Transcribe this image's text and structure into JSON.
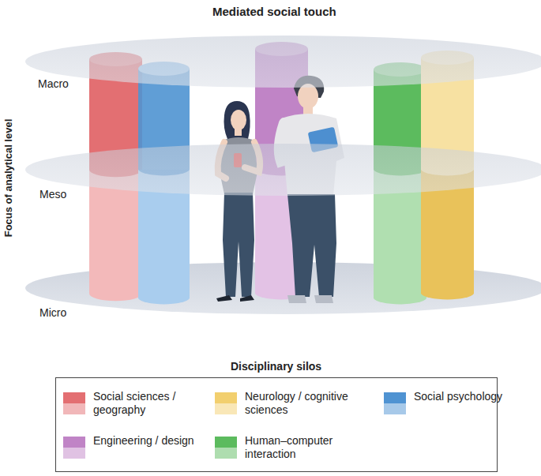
{
  "diagram": {
    "title": "Mediated social touch",
    "labels": [
      "Focus of analytical level",
      "Macro",
      "Meso",
      "Micro",
      "Disciplinary silos"
    ],
    "legend": [
      {
        "text": "Social sciences / geography",
        "color": "#e36f72"
      },
      {
        "text": "Neurology / cognitive sciences",
        "color": "#f2cf6e"
      },
      {
        "text": "Social psychology",
        "color": "#4f93d2"
      },
      {
        "text": "Engineering / design",
        "color": "#c084c6"
      },
      {
        "text": "Human–computer interaction",
        "color": "#5cbb5e"
      }
    ]
  }
}
